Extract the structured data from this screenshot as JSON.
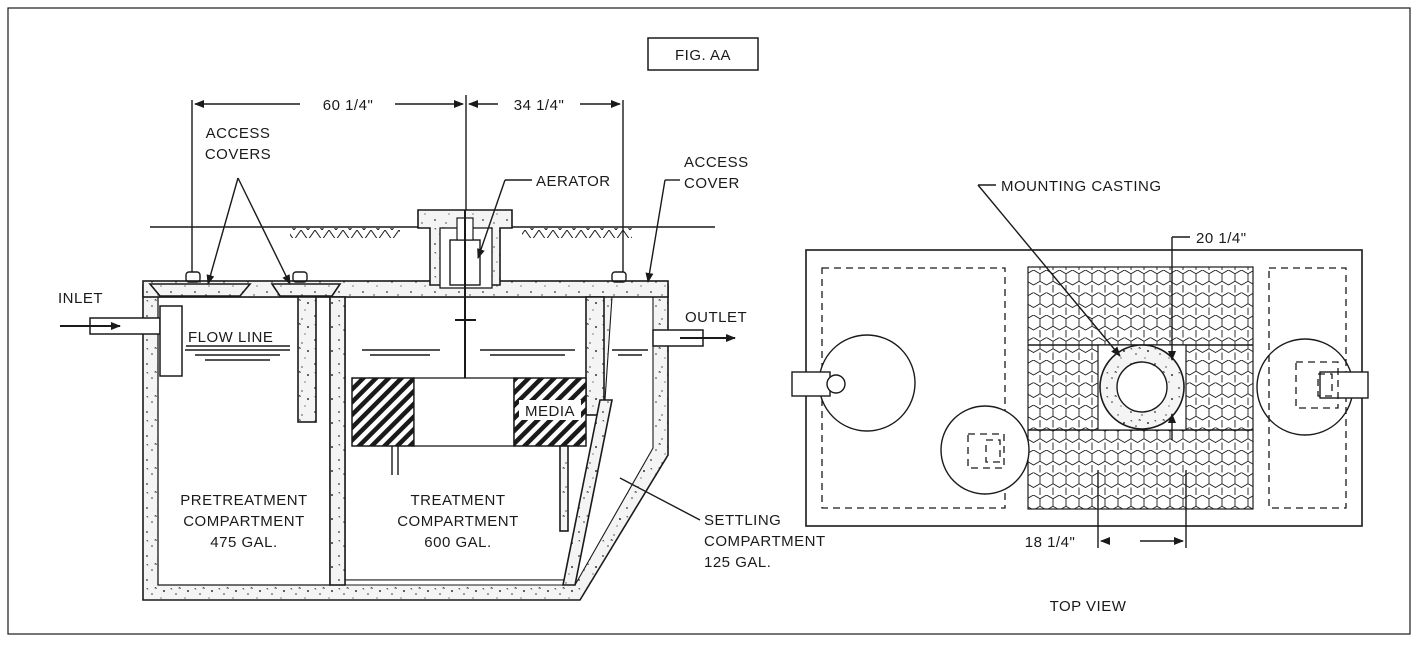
{
  "figure_title": "FIG. AA",
  "side_view": {
    "dim_left": "60 1/4\"",
    "dim_right": "34 1/4\"",
    "access_covers": "ACCESS\nCOVERS",
    "aerator": "AERATOR",
    "access_cover": "ACCESS\nCOVER",
    "inlet": "INLET",
    "outlet": "OUTLET",
    "flow_line": "FLOW LINE",
    "media": "MEDIA",
    "pretreatment": [
      "PRETREATMENT",
      "COMPARTMENT",
      "475 GAL."
    ],
    "treatment": [
      "TREATMENT",
      "COMPARTMENT",
      "600 GAL."
    ],
    "settling": [
      "SETTLING",
      "COMPARTMENT",
      "125 GAL."
    ]
  },
  "top_view": {
    "mounting_casting": "MOUNTING CASTING",
    "dim_vertical": "20 1/4\"",
    "dim_horizontal": "18 1/4\"",
    "caption": "TOP VIEW"
  }
}
